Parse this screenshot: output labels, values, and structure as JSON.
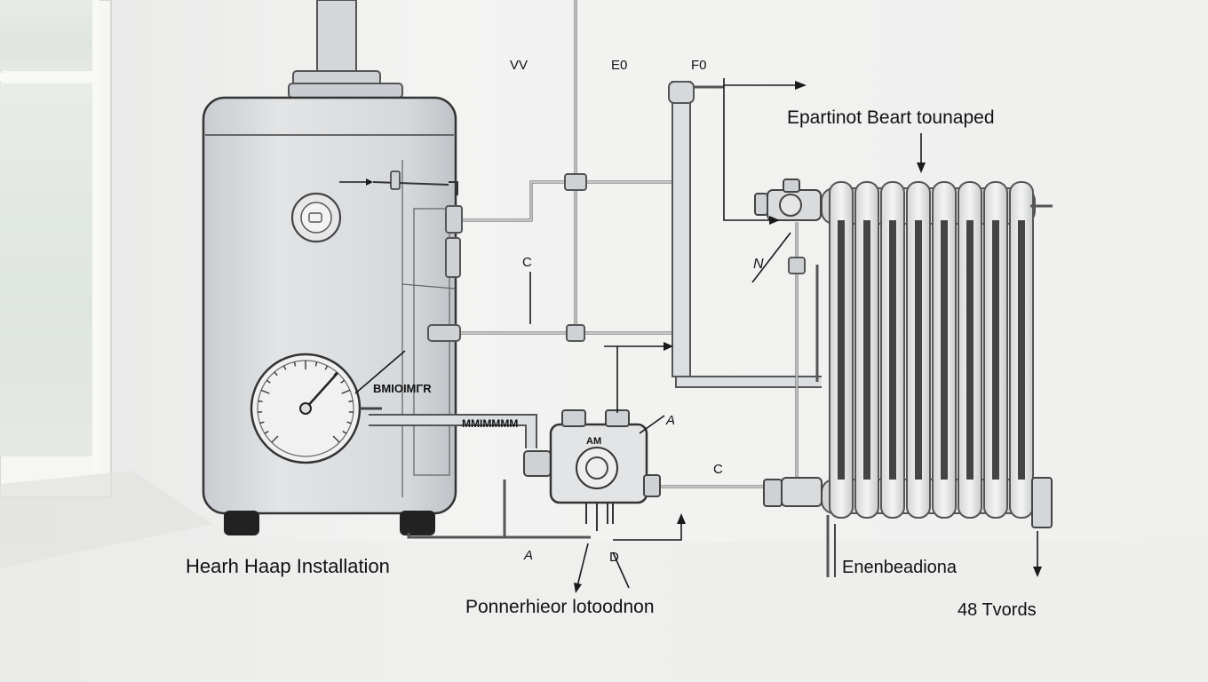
{
  "labels": {
    "top_a": "VV",
    "top_b": "E0",
    "top_c": "F0",
    "radiator_title": "Epartinot Beart tounaped",
    "label_c_mid": "C",
    "label_n": "N",
    "boiler_tag": "BΜIOIΜΓR",
    "pipe_tag": "ΜΜIΜΜΜΜ",
    "pump_tag": "ΑΜ",
    "label_a_pump": "A",
    "label_c_right": "C",
    "label_a_low": "A",
    "label_d_low": "D",
    "installation": "Hearh Haap Installation",
    "pump_caption": "Ponnerhieor lotoodnon",
    "radiator_caption": "Enenbeadiona",
    "words": "48 Tvords"
  },
  "icons": {
    "window": "window-icon",
    "boiler": "boiler-icon",
    "gauge": "pressure-gauge-icon",
    "pump": "circulation-pump-icon",
    "radiator": "radiator-icon",
    "valve": "valve-icon"
  },
  "colors": {
    "background": "#f1f1f0",
    "boiler_body": "#d9dcdf",
    "pipe": "#555555",
    "text": "#111111"
  }
}
